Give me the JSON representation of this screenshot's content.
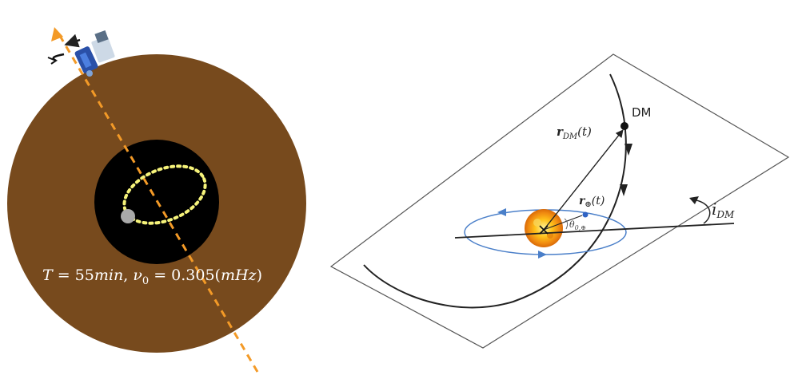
{
  "left_panel": {
    "caption": {
      "T_symbol": "T",
      "T_value": " = 55",
      "T_unit": "min",
      "separator": ", ",
      "nu_symbol": "ν",
      "nu_sub": "0",
      "nu_value": " = 0.305(",
      "nu_unit": "mHz",
      "close": ")"
    },
    "colors": {
      "outer_body": "#774a1d",
      "core": "#000000",
      "orbit_path": "#f6f37a",
      "dm_particle": "#a9a9a9",
      "sightline": "#f39a27"
    }
  },
  "right_panel": {
    "labels": {
      "dm": "DM",
      "r_dm_vec": "r",
      "r_dm_sub": "DM",
      "r_dm_arg": "(t)",
      "r_earth_vec": "r",
      "r_earth_sub": "⊕",
      "r_earth_arg": "(t)",
      "theta": "θ",
      "theta_sub": "0,⊕",
      "incl": "i",
      "incl_sub": "DM"
    },
    "colors": {
      "earth_orbit": "#4a7fc9",
      "trajectory": "#222222",
      "plane": "#555555",
      "sun_core": "#f5a010",
      "earth_dot": "#2f63c4"
    }
  }
}
